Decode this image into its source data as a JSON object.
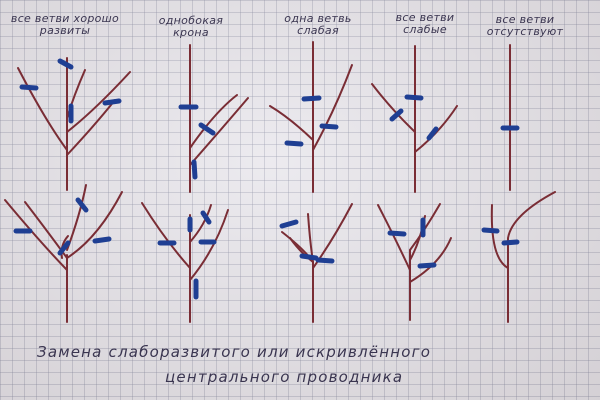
{
  "labels": [
    {
      "line1": "все ветви хорошо",
      "line2": "развиты"
    },
    {
      "line1": "однобокая",
      "line2": "крона"
    },
    {
      "line1": "одна ветвь",
      "line2": "слабая"
    },
    {
      "line1": "все ветви",
      "line2": "слабые"
    },
    {
      "line1": "все ветви",
      "line2": "отсутствуют"
    }
  ],
  "caption": {
    "line1": "Замена слаборазвитого или искривлённого",
    "line2": "центрального проводника"
  },
  "colors": {
    "branch": "#7a2d35",
    "cut_mark": "#1f3f93",
    "ink": "#3a3550"
  }
}
